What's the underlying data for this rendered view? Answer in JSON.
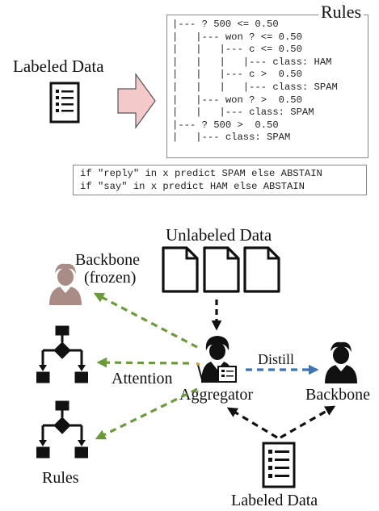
{
  "top": {
    "labeled_data_label": "Labeled Data",
    "rules_title": "Rules",
    "tree_lines": [
      "|--- ? 500 <= 0.50",
      "|   |--- won ? <= 0.50",
      "|   |   |--- c <= 0.50",
      "|   |   |   |--- class: HAM",
      "|   |   |--- c >  0.50",
      "|   |   |   |--- class: SPAM",
      "|   |--- won ? >  0.50",
      "|   |   |--- class: SPAM",
      "|--- ? 500 >  0.50",
      "|   |--- class: SPAM"
    ],
    "labeling_functions": [
      "if \"reply\" in x predict SPAM else ABSTAIN",
      "if \"say\" in x predict HAM else ABSTAIN"
    ]
  },
  "bottom": {
    "unlabeled_data_label": "Unlabeled Data",
    "backbone_frozen_label_1": "Backbone",
    "backbone_frozen_label_2": "(frozen)",
    "attention_label": "Attention",
    "aggregator_label": "Aggregator",
    "distill_label": "Distill",
    "backbone_label": "Backbone",
    "rules_label": "Rules",
    "labeled_data_label": "Labeled Data"
  },
  "colors": {
    "attention_arrow": "#6a9a3a",
    "distill_arrow": "#3f74b0",
    "black_arrow": "#111111",
    "frozen_person": "#a98c86",
    "big_arrow_fill": "#f4c9c9",
    "big_arrow_stroke": "#555555"
  },
  "icons": [
    "document-list-icon",
    "big-right-arrow",
    "document-icon",
    "person-icon",
    "reader-person-icon",
    "flowchart-icon"
  ]
}
